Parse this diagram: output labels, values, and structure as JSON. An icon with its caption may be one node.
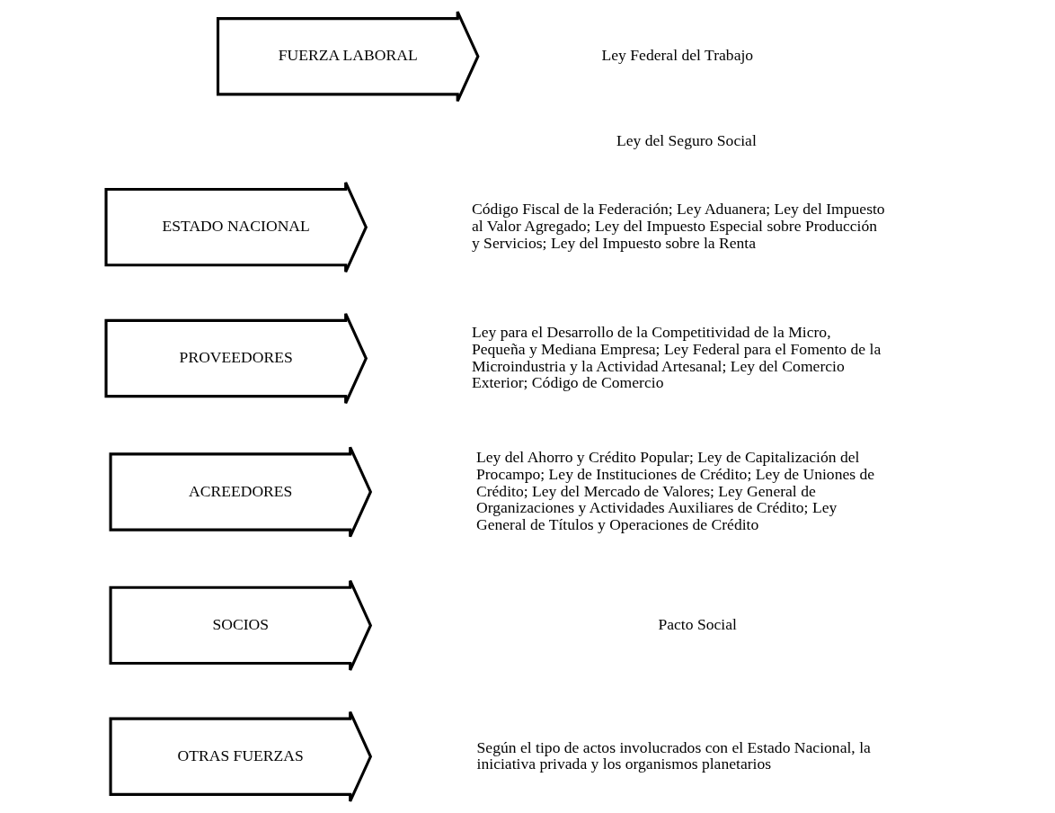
{
  "diagram": {
    "nodes": [
      {
        "text": [
          "FUERZA LABORAL"
        ]
      },
      {
        "text": [
          "ESTADO NACIONAL"
        ]
      },
      {
        "text": [
          "PROVEEDORES"
        ]
      },
      {
        "text": [
          "ACREEDORES"
        ]
      },
      {
        "text": [
          "SOCIOS"
        ]
      },
      {
        "text": [
          "OTRAS FUERZAS"
        ]
      }
    ],
    "edges": [],
    "labels": [
      "Ley Federal del Trabajo",
      "Ley del Seguro Social",
      "Código Fiscal de la Federación; Ley Aduanera; Ley del Impuesto al Valor Agregado; Ley del Impuesto Especial sobre Producción y Servicios; Ley del Impuesto sobre la Renta",
      "Ley para el Desarrollo de la Competitividad de la Micro, Pequeña y Mediana Empresa; Ley Federal para el Fomento de la Microindustria y la Actividad Artesanal; Ley del Comercio Exterior; Código de Comercio",
      "Ley del Ahorro y Crédito Popular; Ley de Capitalización del Procampo; Ley de Instituciones de Crédito; Ley de Uniones de Crédito; Ley del Mercado de Valores; Ley General de Organizaciones y Actividades Auxiliares de Crédito; Ley General de Títulos y Operaciones de Crédito",
      "Pacto Social",
      "Según el tipo de actos involucrados con el Estado Nacional, la iniciativa privada y los organismos planetarios"
    ]
  }
}
